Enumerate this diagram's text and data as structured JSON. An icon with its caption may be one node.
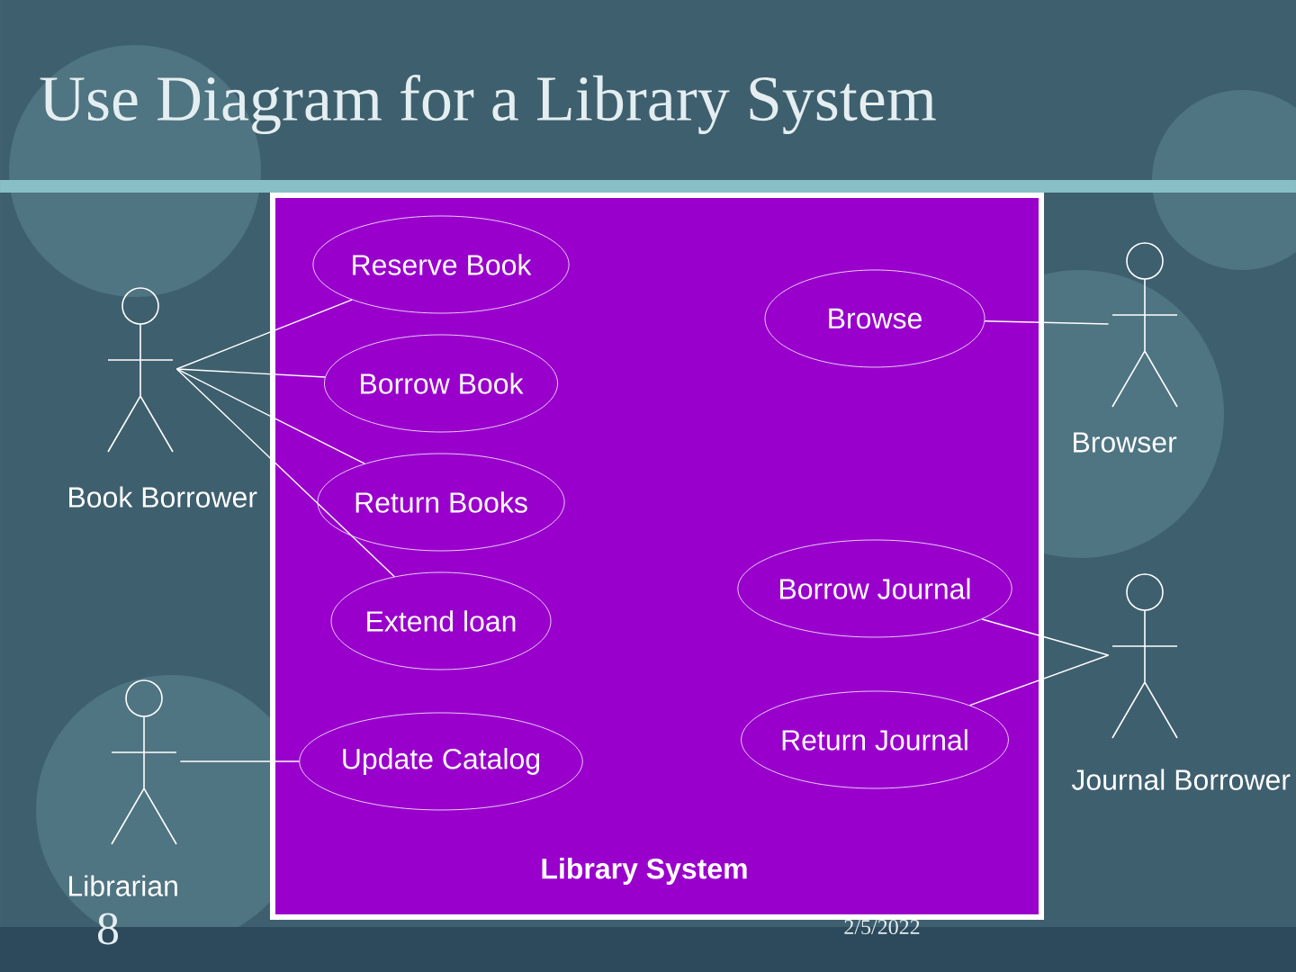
{
  "diagram": {
    "title": "Use Diagram for a Library System",
    "nodes": [
      {
        "text": [
          "Library System"
        ]
      },
      {
        "text": [
          "Reserve Book"
        ],
        "in": 0
      },
      {
        "text": [
          "Browse"
        ],
        "in": 0
      },
      {
        "text": [
          "Borrow Book"
        ],
        "in": 0
      },
      {
        "text": [
          "Return Books"
        ],
        "in": 0
      },
      {
        "text": [
          "Borrow Journal"
        ],
        "in": 0
      },
      {
        "text": [
          "Extend loan"
        ],
        "in": 0
      },
      {
        "text": [
          "Update Catalog"
        ],
        "in": 0
      },
      {
        "text": [
          "Return Journal"
        ],
        "in": 0
      },
      {
        "text": [
          "Book Borrower"
        ]
      },
      {
        "text": [
          "Browser"
        ]
      },
      {
        "text": [
          "Journal Borrower"
        ]
      },
      {
        "text": [
          "Librarian"
        ]
      }
    ],
    "edges": [
      {
        "from": 9,
        "to": 1,
        "arrow": "none"
      },
      {
        "from": 9,
        "to": 3,
        "arrow": "none"
      },
      {
        "from": 9,
        "to": 4,
        "arrow": "none"
      },
      {
        "from": 9,
        "to": 6,
        "arrow": "none"
      },
      {
        "from": 10,
        "to": 2,
        "arrow": "none"
      },
      {
        "from": 11,
        "to": 5,
        "arrow": "none"
      },
      {
        "from": 11,
        "to": 8,
        "arrow": "none"
      },
      {
        "from": 12,
        "to": 7,
        "arrow": "none"
      }
    ],
    "labels": [
      "8",
      "2/5/2022"
    ]
  }
}
